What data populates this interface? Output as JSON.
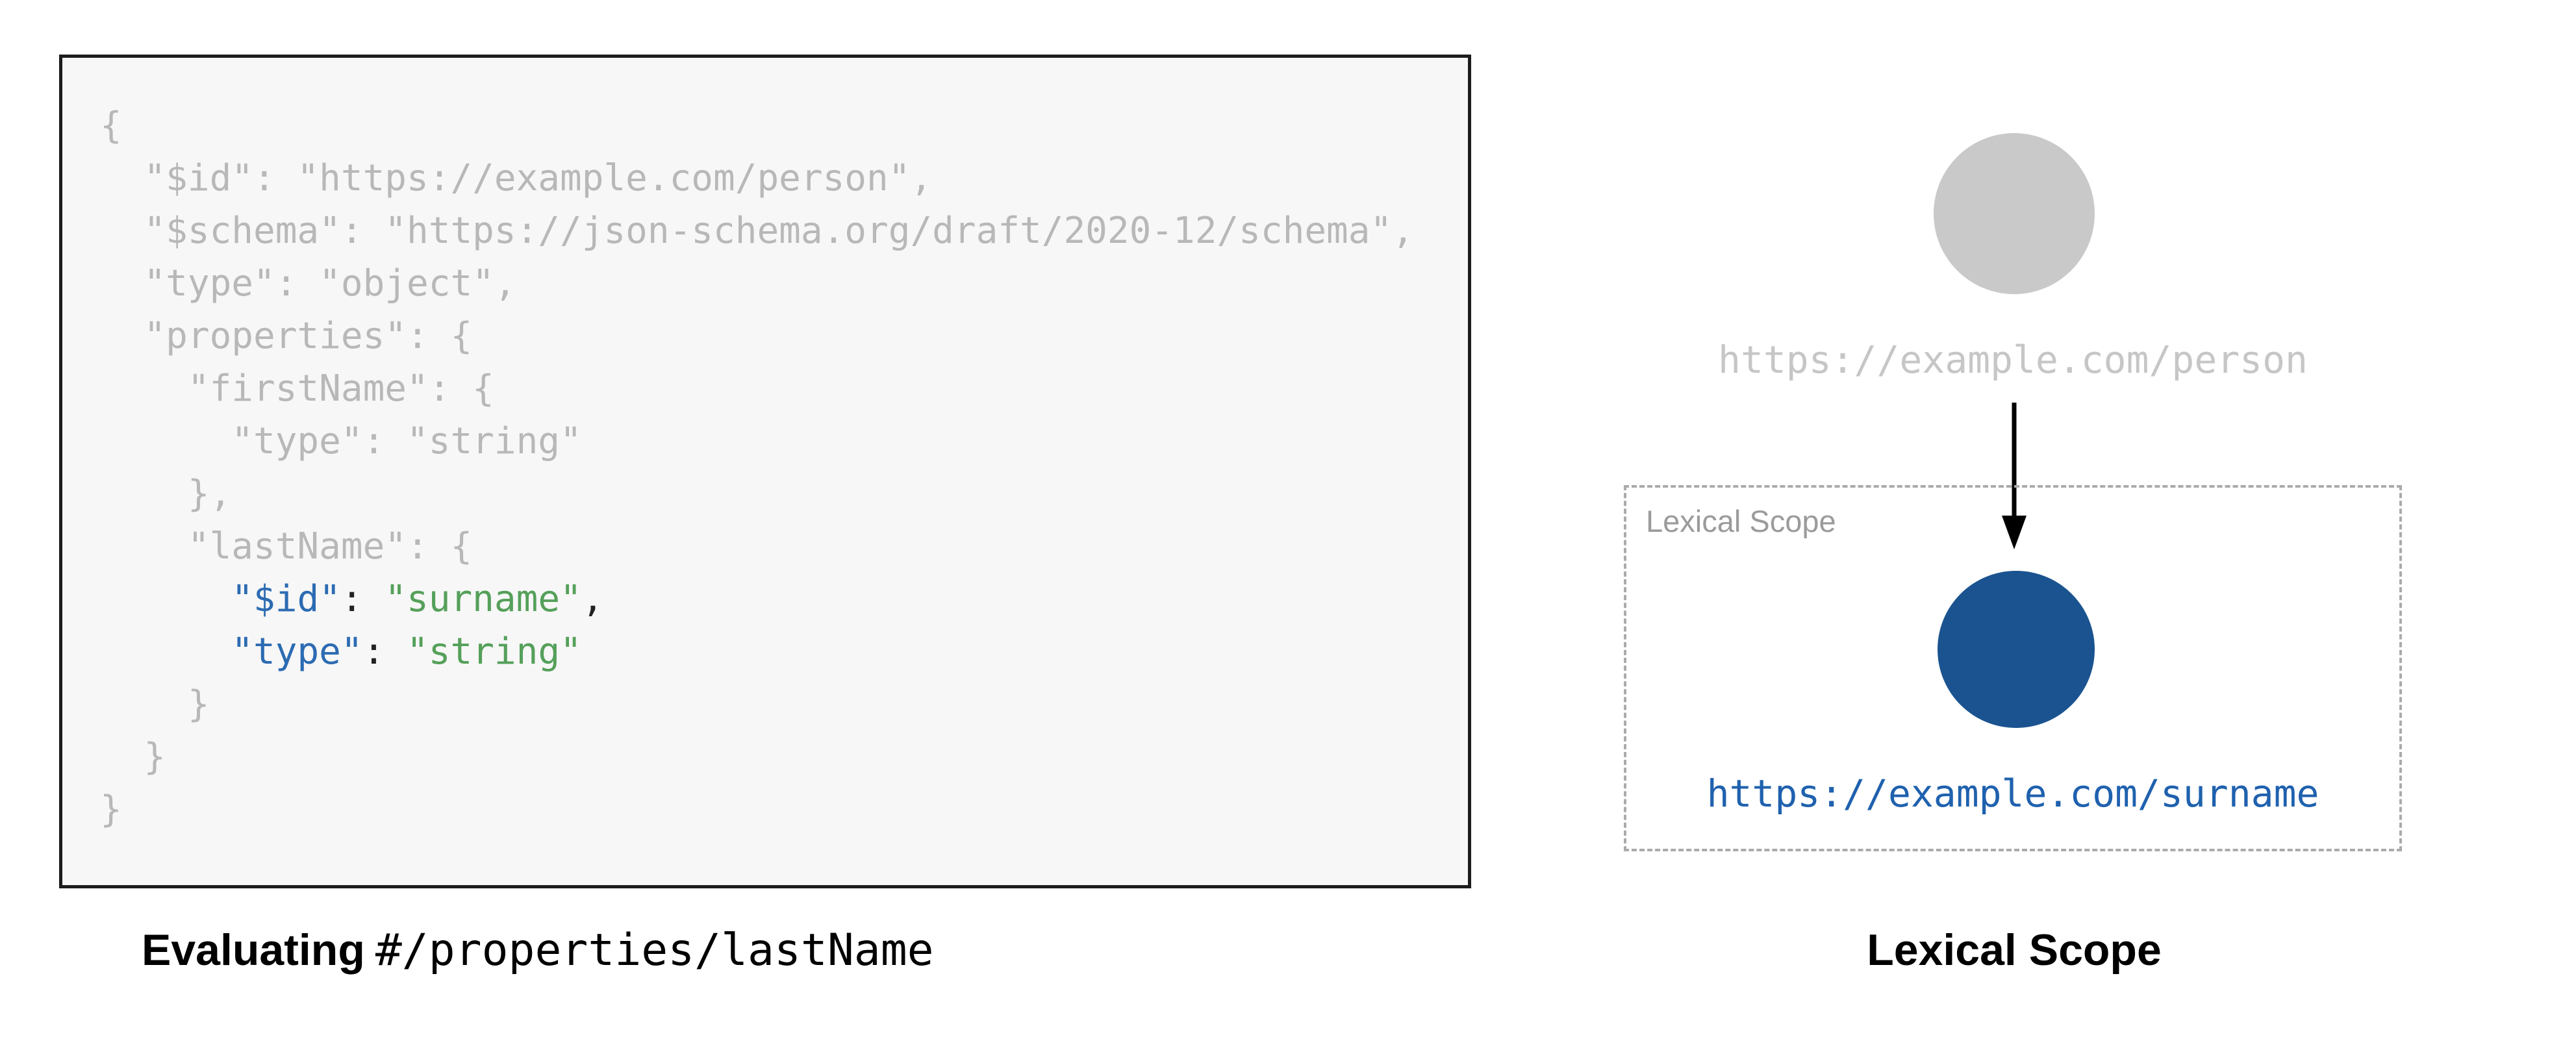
{
  "palette": {
    "box_bg": "#f7f7f7",
    "code_muted": "#b8b8b8",
    "code_blue": "#2c6bb2",
    "code_green": "#55a05a",
    "code_dark": "#222222",
    "gray_node": "#c9c9c9",
    "gray_text": "#c6c6c6",
    "blue_node": "#1a538f",
    "blue_text": "#1f61ae"
  },
  "code_panel": {
    "lines": [
      [
        {
          "t": "{",
          "c": "muted"
        }
      ],
      [
        {
          "t": "  \"$id\": \"https://example.com/person\",",
          "c": "muted"
        }
      ],
      [
        {
          "t": "  \"$schema\": \"https://json-schema.org/draft/2020-12/schema\",",
          "c": "muted"
        }
      ],
      [
        {
          "t": "  \"type\": \"object\",",
          "c": "muted"
        }
      ],
      [
        {
          "t": "  \"properties\": {",
          "c": "muted"
        }
      ],
      [
        {
          "t": "    \"firstName\": {",
          "c": "muted"
        }
      ],
      [
        {
          "t": "      \"type\": \"string\"",
          "c": "muted"
        }
      ],
      [
        {
          "t": "    },",
          "c": "muted"
        }
      ],
      [
        {
          "t": "    \"lastName\": {",
          "c": "muted"
        }
      ],
      [
        {
          "t": "      ",
          "c": "muted"
        },
        {
          "t": "\"$id\"",
          "c": "blue"
        },
        {
          "t": ": ",
          "c": "dark"
        },
        {
          "t": "\"surname\"",
          "c": "green"
        },
        {
          "t": ",",
          "c": "dark"
        }
      ],
      [
        {
          "t": "      ",
          "c": "muted"
        },
        {
          "t": "\"type\"",
          "c": "blue"
        },
        {
          "t": ": ",
          "c": "dark"
        },
        {
          "t": "\"string\"",
          "c": "green"
        }
      ],
      [
        {
          "t": "    }",
          "c": "muted"
        }
      ],
      [
        {
          "t": "  }",
          "c": "muted"
        }
      ],
      [
        {
          "t": "}",
          "c": "muted"
        }
      ]
    ]
  },
  "diagram": {
    "top_label": "https://example.com/person",
    "scope_label": "Lexical Scope",
    "bottom_label": "https://example.com/surname"
  },
  "captions": {
    "left_bold": "Evaluating",
    "left_mono": "#/properties/lastName",
    "right": "Lexical Scope"
  }
}
